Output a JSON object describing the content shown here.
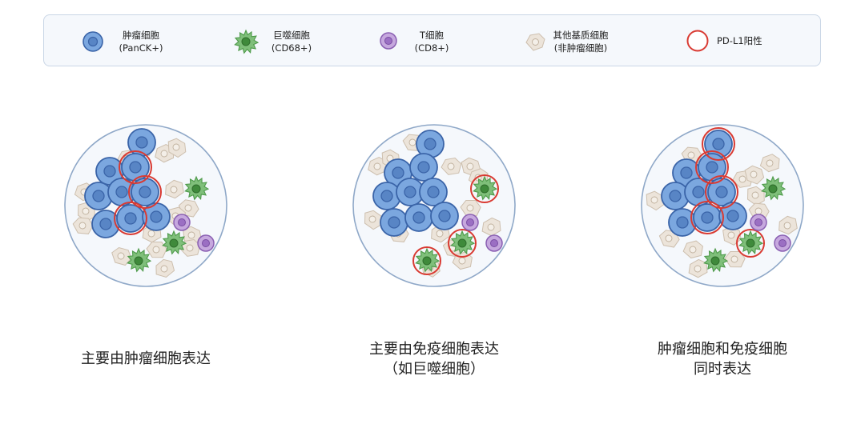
{
  "legend": {
    "tumor": {
      "line1": "肿瘤细胞",
      "line2": "(PanCK+)"
    },
    "macrophage": {
      "line1": "巨噬细胞",
      "line2": "(CD68+)"
    },
    "tcell": {
      "line1": "T细胞",
      "line2": "(CD8+)"
    },
    "stroma": {
      "line1": "其他基质细胞",
      "line2": "(非肿瘤细胞)"
    },
    "pdl1": {
      "label": "PD-L1阳性"
    }
  },
  "panels": [
    {
      "caption_line1": "主要由肿瘤细胞表达",
      "caption_line2": ""
    },
    {
      "caption_line1": "主要由免疫细胞表达",
      "caption_line2": "（如巨噬细胞）"
    },
    {
      "caption_line1": "肿瘤细胞和免疫细胞",
      "caption_line2": "同时表达"
    }
  ],
  "colors": {
    "tumor_fill": "#7ba7df",
    "tumor_stroke": "#3a64a8",
    "macrophage_fill": "#7fbf7a",
    "macrophage_stroke": "#4e9a4a",
    "tcell_fill": "#c6a8de",
    "tcell_stroke": "#8a5fb2",
    "stroma_fill": "#ece4da",
    "stroma_stroke": "#cdbfae",
    "pdl1_ring": "#d93a32",
    "panel_border": "#8fa8c8"
  },
  "icons": {
    "tumor": "tumor-cell-icon",
    "macrophage": "macrophage-icon",
    "tcell": "t-cell-icon",
    "stroma": "stromal-cell-icon",
    "pdl1": "pdl1-ring-icon"
  }
}
